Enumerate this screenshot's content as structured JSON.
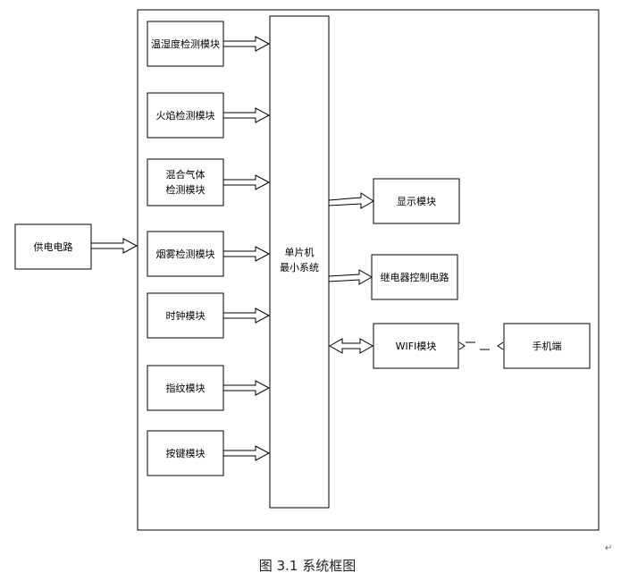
{
  "diagram": {
    "modules": {
      "temp_humidity": "温湿度检测模块",
      "flame": "火焰检测模块",
      "gas_line1": "混合气体",
      "gas_line2": "检测模块",
      "smoke": "烟雾检测模块",
      "clock": "时钟模块",
      "fingerprint": "指纹模块",
      "keys": "按键模块"
    },
    "power": "供电电路",
    "mcu_line1": "单片机",
    "mcu_line2": "最小系统",
    "display": "显示模块",
    "relay": "继电器控制电路",
    "wifi": "WIFI模块",
    "phone": "手机端"
  },
  "caption": "图 3.1 系统框图",
  "paragraph_mark": "↵"
}
